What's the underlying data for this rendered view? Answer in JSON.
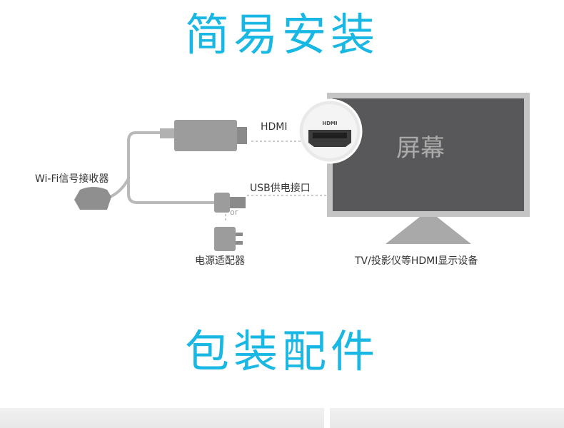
{
  "sections": {
    "install_title": "简易安装",
    "accessories_title": "包装配件"
  },
  "diagram": {
    "hdmi_label": "HDMI",
    "usb_label": "USB供电接口",
    "receiver_label": "Wi-Fi信号接收器",
    "or_label": "or",
    "adapter_label": "电源适配器",
    "screen_label": "屏幕",
    "device_label": "TV/投影仪等HDMI显示设备",
    "port_logo": "HDMI"
  },
  "colors": {
    "title": "#19b7e3",
    "screen": "#58585a",
    "frame": "#bdbdbd",
    "dongle": "#9c9c9c"
  }
}
